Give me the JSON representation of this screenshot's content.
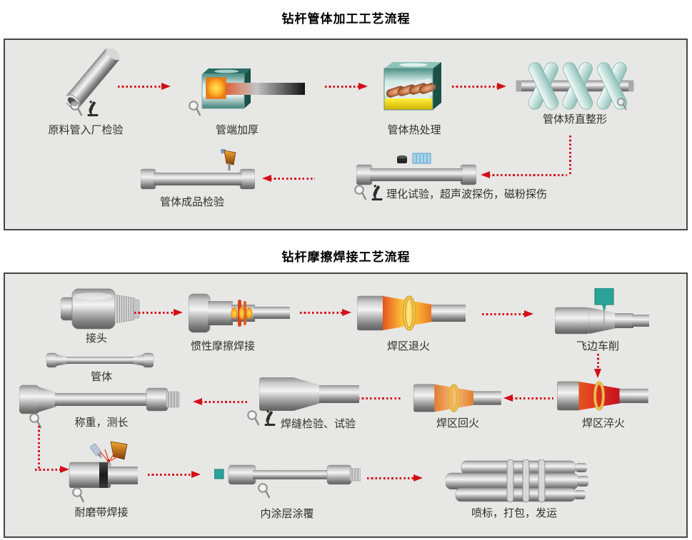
{
  "colors": {
    "arrow_red": "#d40f17",
    "panel_background": "#e7e7e6",
    "panel_border": "#474747",
    "teal_accent": "#2aa399",
    "anneal_glow": "#ffc83a",
    "temper_glow": "#f9bc78",
    "quench_glow": "#d41f30",
    "label_color": "#2f2f2f"
  },
  "panel1": {
    "title": "钻杆管体加工工艺流程",
    "steps": [
      {
        "label": "原料管入厂检验",
        "icon": "raw-pipe-icon",
        "inspection_icons": [
          "magnifier-icon",
          "microscope-icon"
        ]
      },
      {
        "label": "管端加厚",
        "icon": "upsetting-furnace-icon",
        "inspection_icons": [
          "magnifier-icon"
        ]
      },
      {
        "label": "管体热处理",
        "icon": "heat-treatment-furnace-icon",
        "inspection_icons": []
      },
      {
        "label": "管体矫直整形",
        "icon": "straightening-rollers-icon",
        "inspection_icons": [
          "magnifier-icon"
        ]
      },
      {
        "label": "理化试验，超声波探伤，磁粉探伤",
        "icon": "test-pipe-icon",
        "inspection_icons": [
          "magnifier-icon",
          "microscope-icon"
        ]
      },
      {
        "label": "管体成品检验",
        "icon": "finished-pipe-icon",
        "inspection_icons": []
      }
    ]
  },
  "panel2": {
    "title": "钻杆摩擦焊接工艺流程",
    "steps": [
      {
        "label": "接头",
        "icon": "tool-joint-icon",
        "inspection_icons": []
      },
      {
        "label": "管体",
        "icon": "pipe-body-icon",
        "inspection_icons": []
      },
      {
        "label": "惯性摩擦焊接",
        "icon": "friction-welding-icon",
        "inspection_icons": []
      },
      {
        "label": "焊区退火",
        "icon": "weld-annealing-icon",
        "inspection_icons": []
      },
      {
        "label": "飞边车削",
        "icon": "flash-turning-icon",
        "inspection_icons": []
      },
      {
        "label": "焊区淬火",
        "icon": "weld-quenching-icon",
        "inspection_icons": []
      },
      {
        "label": "焊区回火",
        "icon": "weld-tempering-icon",
        "inspection_icons": []
      },
      {
        "label": "焊缝检验、试验",
        "icon": "weld-inspection-pipe-icon",
        "inspection_icons": [
          "magnifier-icon",
          "microscope-icon"
        ]
      },
      {
        "label": "称重，测长",
        "icon": "weighing-pipe-icon",
        "inspection_icons": [
          "magnifier-icon"
        ]
      },
      {
        "label": "耐磨带焊接",
        "icon": "hardbanding-icon",
        "inspection_icons": [
          "magnifier-icon"
        ]
      },
      {
        "label": "内涂层涂覆",
        "icon": "coating-pipe-icon",
        "inspection_icons": [
          "magnifier-icon"
        ]
      },
      {
        "label": "喷标，打包，发运",
        "icon": "pipe-bundle-icon",
        "inspection_icons": []
      }
    ]
  }
}
